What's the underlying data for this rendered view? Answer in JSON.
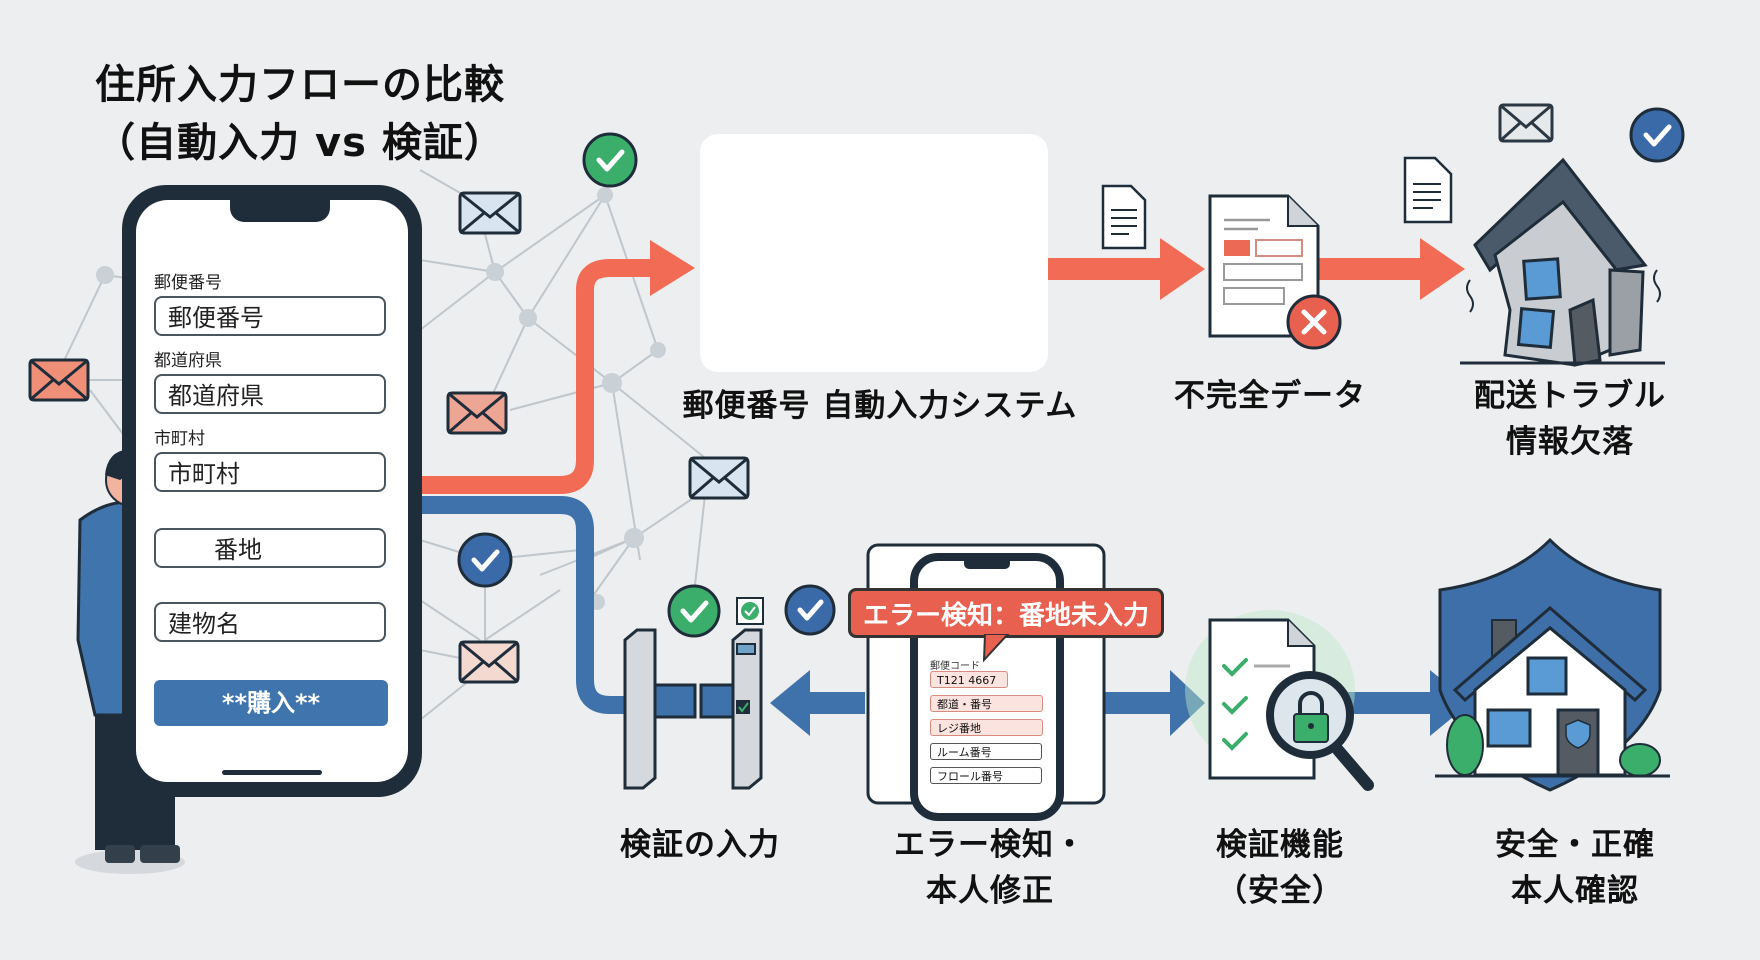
{
  "title": {
    "line1": "住所入力フローの比較",
    "line2": "（自動入力 vs 検証）"
  },
  "colors": {
    "background": "#eceef0",
    "autofill_path": "#f26c55",
    "verify_path": "#3f72ab",
    "check_green": "#3aae6a",
    "check_blue": "#3a6aa8",
    "error_red": "#e8604f",
    "dark_outline": "#1f2d3a"
  },
  "phone_form": {
    "fields": [
      {
        "label": "郵便番号",
        "value": "郵便番号"
      },
      {
        "label": "都道府県",
        "value": "都道府県"
      },
      {
        "label": "市町村",
        "value": "市町村"
      },
      {
        "label": "",
        "value": "番地"
      },
      {
        "label": "",
        "value": "建物名"
      }
    ],
    "submit_label": "**購入**"
  },
  "top_flow": {
    "steps": [
      {
        "id": "autofill-system",
        "label": "郵便番号 自動入力システム",
        "icons": [
          "map-icon",
          "server-icon",
          "post-horn-icon"
        ]
      },
      {
        "id": "incomplete-data",
        "label": "不完全データ",
        "icons": [
          "document-error-icon"
        ]
      },
      {
        "id": "delivery-trouble",
        "label_lines": [
          "配送トラブル",
          "情報欠落"
        ],
        "icons": [
          "damaged-house-icon"
        ]
      }
    ]
  },
  "bottom_flow": {
    "steps": [
      {
        "id": "verified-input",
        "label": "検証の入力",
        "icons": [
          "turnstile-gate-icon"
        ]
      },
      {
        "id": "error-detection",
        "label_lines": [
          "エラー検知・",
          "本人修正"
        ],
        "icons": [
          "phone-form-icon"
        ]
      },
      {
        "id": "verification-function",
        "label_lines": [
          "検証機能",
          "（安全）"
        ],
        "icons": [
          "checklist-lock-icon"
        ]
      },
      {
        "id": "safe-accurate",
        "label_lines": [
          "安全・正確",
          "本人確認"
        ],
        "icons": [
          "shielded-house-icon"
        ]
      }
    ],
    "error_callout": "エラー検知：番地未入力",
    "mini_form": {
      "label": "郵便コード",
      "fields": [
        {
          "value": "T121 4667",
          "state": "error"
        },
        {
          "value": "都道・番号",
          "state": "error"
        },
        {
          "value": "レジ番地",
          "state": "error"
        },
        {
          "value": "ルーム番号",
          "state": "normal"
        },
        {
          "value": "フロール番号",
          "state": "normal"
        }
      ]
    }
  }
}
